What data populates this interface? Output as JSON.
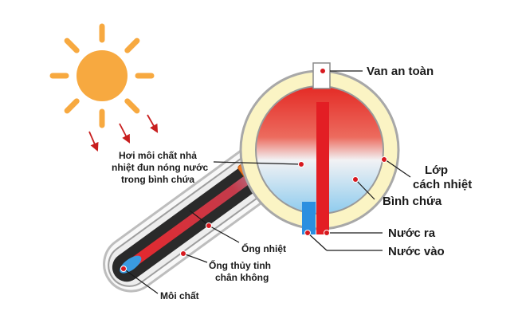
{
  "labels": {
    "safety_valve": "Van an toàn",
    "insulation_line1": "Lớp",
    "insulation_line2": "cách nhiệt",
    "tank": "Bình chứa",
    "water_out": "Nước ra",
    "water_in": "Nước vào",
    "vapor_line1": "Hơi môi chất nhả",
    "vapor_line2": "nhiệt đun nóng nước",
    "vapor_line3": "trong bình chứa",
    "heat_pipe": "Ống nhiệt",
    "vacuum_tube_line1": "Ống thủy tinh",
    "vacuum_tube_line2": "chân không",
    "medium": "Môi chất"
  },
  "colors": {
    "sun": "#F7A940",
    "insulation": "#FBF4C4",
    "insulation_stroke": "#A8A8A8",
    "hot": "#E8262A",
    "cold": "#9ED4F0",
    "inlet": "#2B8FE0",
    "outlet": "#E31E24",
    "pointer": "#D7191F",
    "fitting": "#F07A22",
    "glass": "#C9C9C9",
    "tube_core": "#2A2A2A",
    "arrow_sun": "#C81E1E"
  },
  "icons": [
    "sun-icon",
    "sun-ray-arrow-icon"
  ]
}
